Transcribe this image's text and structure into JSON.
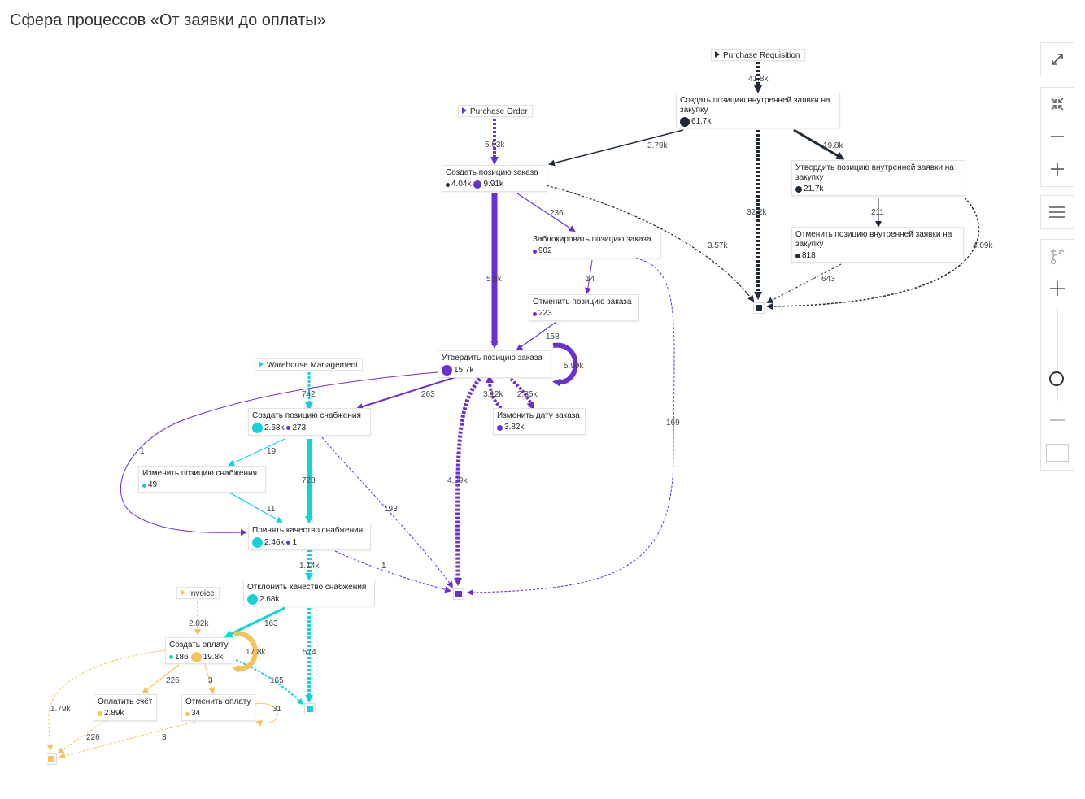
{
  "page": {
    "title": "Сфера процессов «От заявки до оплаты»"
  },
  "colors": {
    "requisition": "#1e2a3a",
    "purchase_order": "#6a2fd0",
    "warehouse": "#14d3d6",
    "invoice": "#f5c25a"
  },
  "starts": {
    "purchase_requisition": "Purchase Requisition",
    "purchase_order": "Purchase Order",
    "warehouse_management": "Warehouse Management",
    "invoice": "Invoice"
  },
  "nodes": {
    "create_req": {
      "title": "Создать позицию внутренней заявки на закупку",
      "counts": [
        "61.7k"
      ]
    },
    "approve_req": {
      "title": "Утвердить позицию внутренней заявки на закупку",
      "counts": [
        "21.7k"
      ]
    },
    "cancel_req": {
      "title": "Отменить позицию внутренней заявки на закупку",
      "counts": [
        "818"
      ]
    },
    "create_po": {
      "title": "Создать позицию заказа",
      "counts": [
        "4.04k",
        "9.91k"
      ]
    },
    "block_po": {
      "title": "Заблокировать позицию заказа",
      "counts": [
        "902"
      ]
    },
    "cancel_po": {
      "title": "Отменить позицию заказа",
      "counts": [
        "223"
      ]
    },
    "approve_po": {
      "title": "Утвердить позицию заказа",
      "counts": [
        "15.7k"
      ]
    },
    "change_date": {
      "title": "Изменить дату заказа",
      "counts": [
        "3.82k"
      ]
    },
    "create_supply": {
      "title": "Создать позицию снабжения",
      "counts": [
        "2.68k",
        "273"
      ]
    },
    "change_supply": {
      "title": "Изменить позицию снабжения",
      "counts": [
        "49"
      ]
    },
    "accept_quality": {
      "title": "Принять качество снабжения",
      "counts": [
        "2.46k",
        "1"
      ]
    },
    "reject_quality": {
      "title": "Отклонить качество снабжения",
      "counts": [
        "2.68k"
      ]
    },
    "create_payment": {
      "title": "Создать оплату",
      "counts": [
        "186",
        "19.8k"
      ]
    },
    "pay_invoice": {
      "title": "Оплатить счёт",
      "counts": [
        "2.89k"
      ]
    },
    "cancel_payment": {
      "title": "Отменить оплату",
      "counts": [
        "34"
      ]
    }
  },
  "edges": {
    "req_start": "41.8k",
    "req_to_po": "3.79k",
    "req_to_approve": "19.8k",
    "req_to_end": "32.2k",
    "approve_to_cancel": "211",
    "approve_to_end": "4.09k",
    "cancelreq_to_end": "643",
    "po_start": "5.03k",
    "po_to_block": "236",
    "po_to_end": "3.57k",
    "po_to_approve": "5.9k",
    "block_to_cancel": "14",
    "block_to_end": "169",
    "cancel_to_approve": "158",
    "approve_self": "5.99k",
    "approve_to_date": "2.85k",
    "date_to_approve": "3.12k",
    "approve_to_supply": "263",
    "approve_to_accept": "1",
    "wm_start": "742",
    "supply_to_change": "19",
    "change_to_accept": "11",
    "supply_to_accept": "728",
    "supply_to_end": "193",
    "accept_to_reject": "1.14k",
    "accept_to_end": "1",
    "reject_to_payment": "163",
    "reject_to_end": "574",
    "inv_start": "2.02k",
    "payment_self": "17.8k",
    "payment_to_pay": "226",
    "payment_to_cancel": "3",
    "payment_to_wend": "165",
    "payment_to_iend": "1.79k",
    "cancelpay_self": "31",
    "pay_to_end": "226",
    "cancelpay_to_end": "3"
  },
  "toolbar": {
    "fit": "expand-icon",
    "collapse": "collapse-icon",
    "zoom_out": "minus-icon",
    "zoom_in": "plus-icon",
    "menu": "menu-icon",
    "branch": "branch-icon",
    "slider_plus": "plus-icon",
    "slider_minus": "minus-icon",
    "slider_level": 0.25
  }
}
